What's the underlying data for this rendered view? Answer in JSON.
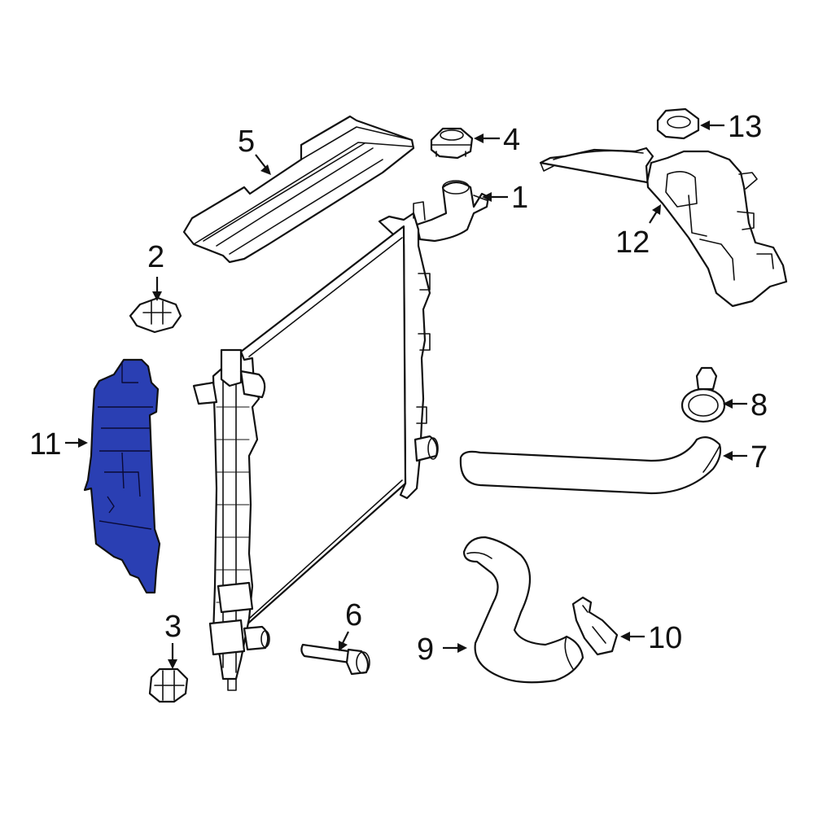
{
  "highlight_color": "#2a3fb3",
  "callouts": {
    "c1": "1",
    "c2": "2",
    "c3": "3",
    "c4": "4",
    "c5": "5",
    "c6": "6",
    "c7": "7",
    "c8": "8",
    "c9": "9",
    "c10": "10",
    "c11": "11",
    "c12": "12",
    "c13": "13"
  }
}
